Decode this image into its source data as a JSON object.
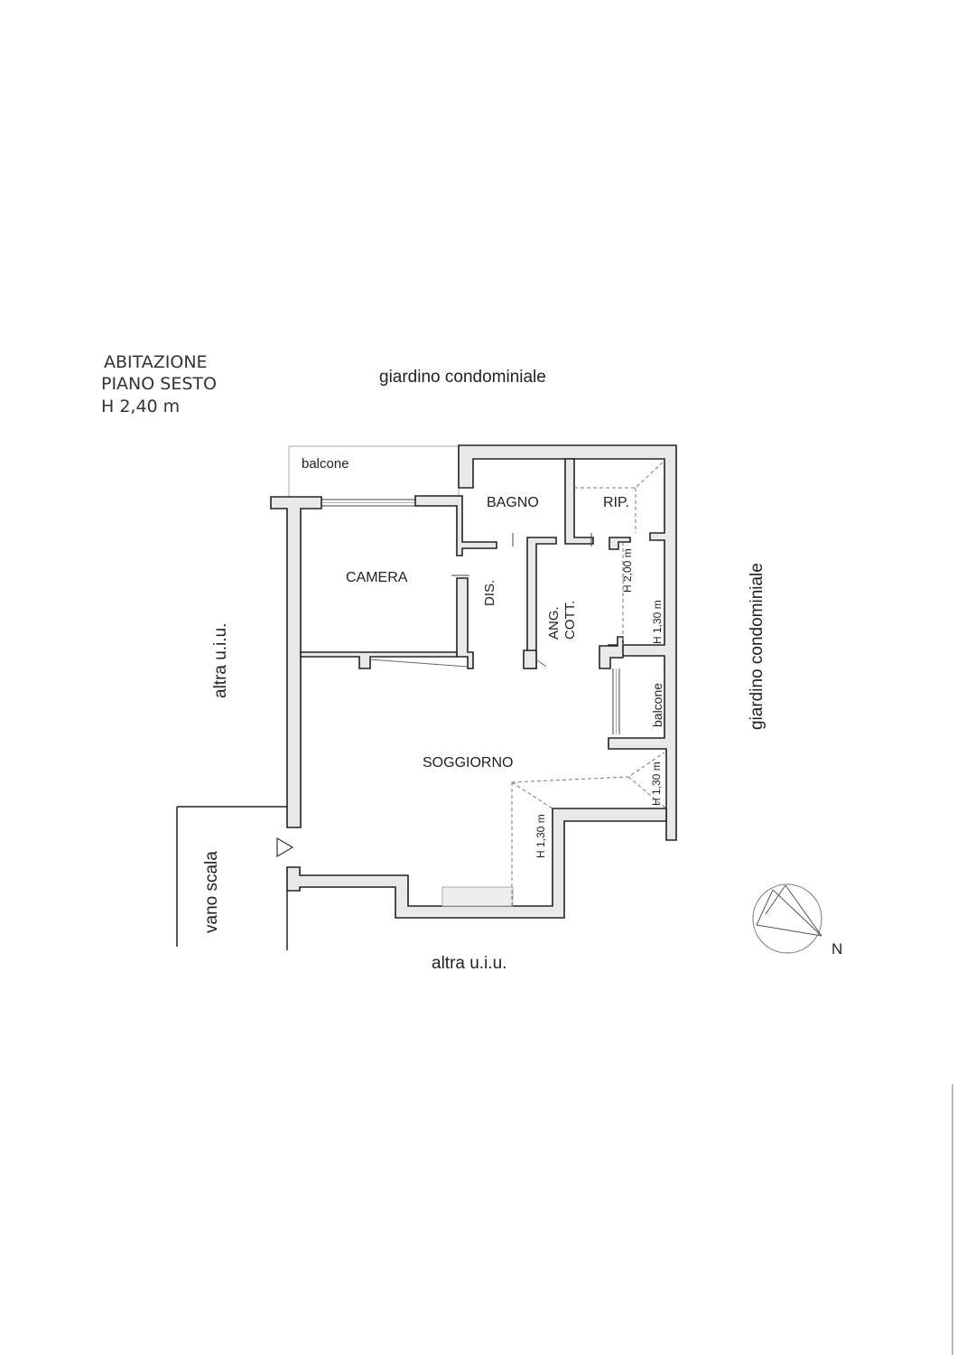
{
  "header": {
    "line1": "ABITAZIONE",
    "line2": "PIANO SESTO",
    "line3": "H 2,40 m"
  },
  "surroundings": {
    "top": "giardino   condominiale",
    "right": "giardino   condominiale",
    "left": "altra u.i.u.",
    "bottom": "altra u.i.u.",
    "stair": "vano scala"
  },
  "rooms": {
    "balcone_top": "balcone",
    "bagno": "BAGNO",
    "rip": "RIP.",
    "camera": "CAMERA",
    "dis": "DIS.",
    "ang_line1": "ANG.",
    "ang_line2": "COTT.",
    "balcone_right": "balcone",
    "soggiorno": "SOGGIORNO"
  },
  "heights": {
    "rip_h": "H 2,00 m",
    "closet_h": "H 1,30 m",
    "right_h": "H 1,30 m",
    "soggiorno_h": "H 1,30 m"
  },
  "compass": {
    "north": "N"
  }
}
